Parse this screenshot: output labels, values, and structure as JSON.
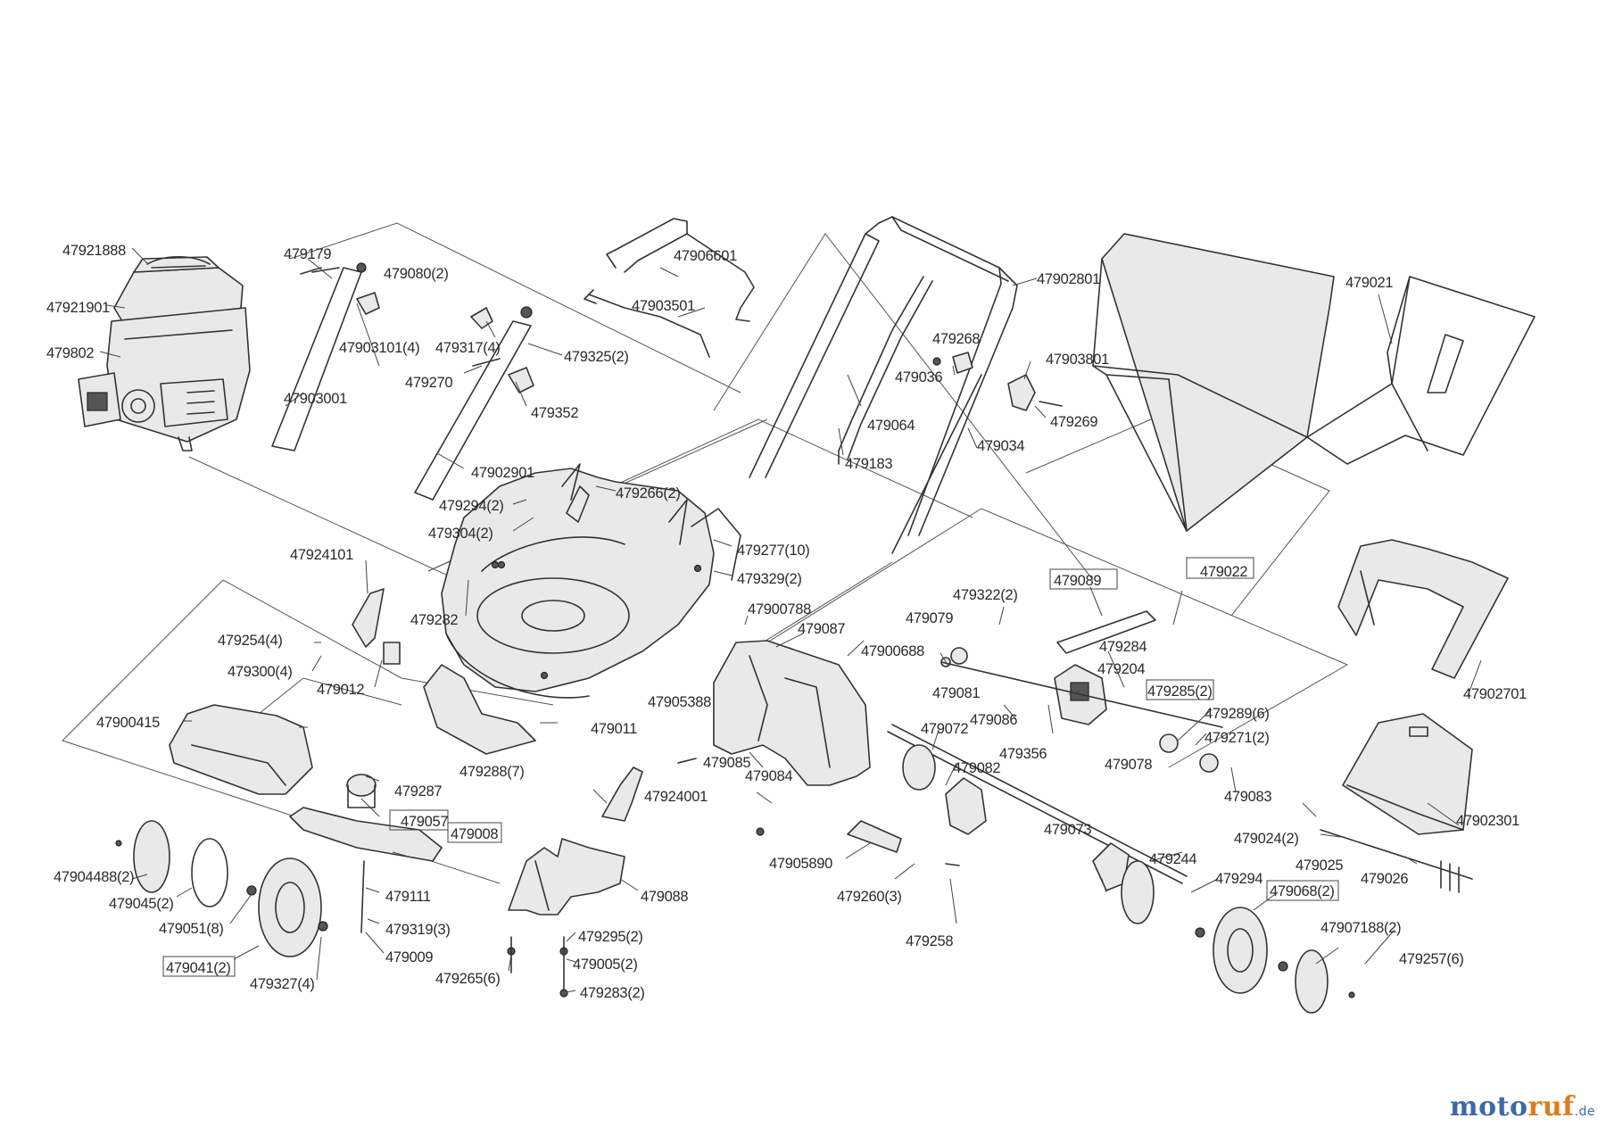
{
  "watermark": {
    "brand_a": "moto",
    "brand_b": "ruf",
    "tld": ".de"
  },
  "parts": [
    "47921888",
    "47921901",
    "479802",
    "479179",
    "479080(2)",
    "47903101(4)",
    "47903001",
    "479317(4)",
    "479325(2)",
    "479270",
    "479352",
    "47906601",
    "47903501",
    "47902801",
    "479268",
    "479036",
    "47903801",
    "479269",
    "479064",
    "479183",
    "479034",
    "479021",
    "47902901",
    "479266(2)",
    "479294(2)",
    "479304(2)",
    "479277(10)",
    "479329(2)",
    "47924101",
    "479282",
    "47900788",
    "479087",
    "479322(2)",
    "479089",
    "479022",
    "479254(4)",
    "479300(4)",
    "479012",
    "47900688",
    "479079",
    "479284",
    "479204",
    "479081",
    "479285(2)",
    "479086",
    "47905388",
    "479289(6)",
    "479271(2)",
    "479072",
    "479356",
    "479078",
    "47900415",
    "479011",
    "479085",
    "479084",
    "479082",
    "479083",
    "479288(7)",
    "479287",
    "479057",
    "479008",
    "47924001",
    "47902701",
    "47902301",
    "479073",
    "479024(2)",
    "479025",
    "479244",
    "479026",
    "47905890",
    "47904488(2)",
    "479045(2)",
    "479294",
    "479068(2)",
    "479111",
    "479260(3)",
    "479051(8)",
    "479319(3)",
    "479088",
    "479258",
    "47907188(2)",
    "479295(2)",
    "479257(6)",
    "479041(2)",
    "479009",
    "479005(2)",
    "479327(4)",
    "479265(6)",
    "479283(2)"
  ]
}
